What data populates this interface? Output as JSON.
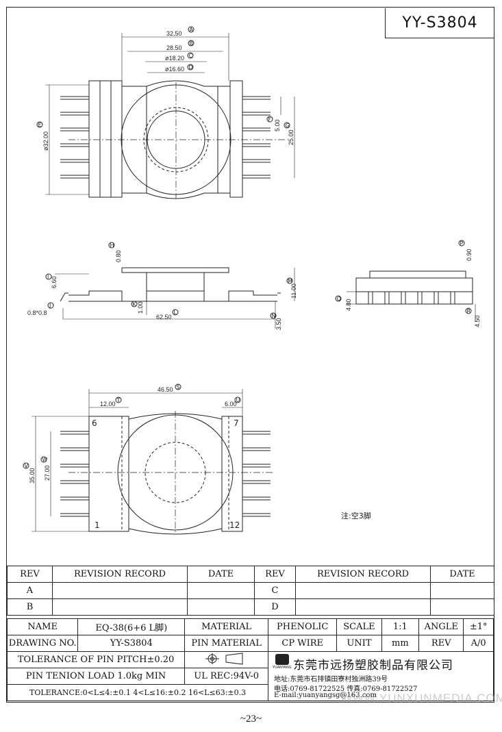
{
  "part_code": "YY-S3804",
  "page_number": "~23~",
  "note": "注:空3脚",
  "pin_numbers": {
    "top_left": "6",
    "top_right": "7",
    "bottom_left": "1",
    "bottom_right": "12"
  },
  "dimensions": {
    "d_32_50": "32.50",
    "d_28_50": "28.50",
    "d_18_20": "ø18.20",
    "d_16_60": "ø16.60",
    "d_32_00": "ø32.00",
    "d_5_00": "5.00",
    "d_25_00": "25.00",
    "d_0_80": "0.80",
    "d_6_60": "6.60",
    "d_11_00": "11.00",
    "d_1_00": "1.00",
    "d_0_8x0_8": "0.8*0.8",
    "d_62_50": "62.50",
    "d_3_50": "3.50",
    "d_0_90": "0.90",
    "d_4_80": "4.80",
    "d_4_50": "4.50",
    "d_46_50": "46.50",
    "d_12_00": "12.00",
    "d_6_00": "6.00",
    "d_35_00": "35.00",
    "d_27_00": "27.00"
  },
  "callouts": {
    "A": "A",
    "B": "B",
    "C": "C",
    "D": "D",
    "E": "E",
    "F": "F",
    "G": "G",
    "H": "H",
    "I": "I",
    "J": "J",
    "K": "K",
    "L": "L",
    "M": "M",
    "N": "N",
    "P": "P",
    "Q": "Q",
    "R": "R",
    "S": "S",
    "T": "T",
    "U": "U",
    "V": "V",
    "W": "W"
  },
  "revision_table": {
    "header": {
      "rev": "REV",
      "record": "REVISION RECORD",
      "date": "DATE"
    },
    "rows_left": [
      "A",
      "B"
    ],
    "rows_right": [
      "C",
      "D"
    ]
  },
  "title_block": {
    "name_label": "NAME",
    "name_value": "EQ-38(6+6 L脚)",
    "material_label": "MATERIAL",
    "material_value": "PHENOLIC",
    "scale_label": "SCALE",
    "scale_value": "1:1",
    "angle_label": "ANGLE",
    "angle_value": "±1°",
    "drawing_label": "DRAWING NO.",
    "drawing_value": "YY-S3804",
    "pin_material_label": "PIN MATERIAL",
    "pin_material_value": "CP WIRE",
    "unit_label": "UNIT",
    "unit_value": "mm",
    "rev_label": "REV",
    "rev_value": "A/0",
    "tolerance_pitch": "TOLERANCE OF PIN PITCH±0.20",
    "pin_tension": "PIN TENION LOAD 1.0kg MIN",
    "ul_rec": "UL REC:94V-0",
    "tolerance_ranges": "TOLERANCE:0<L≤4:±0.1  4<L≤16:±0.2  16<L≤63:±0.3"
  },
  "company": {
    "logo_text": "YUANYANG",
    "name": "东莞市远扬塑胶制品有限公司",
    "address": "地址:东莞市石排镇田寮村独洲路39号",
    "phone": "电话:0769-81722525    传真:0769-81722527",
    "email": "E-mail:yuanyangsg@163.com"
  },
  "watermark": "WWW.YUNXUNMEDIA.COM"
}
